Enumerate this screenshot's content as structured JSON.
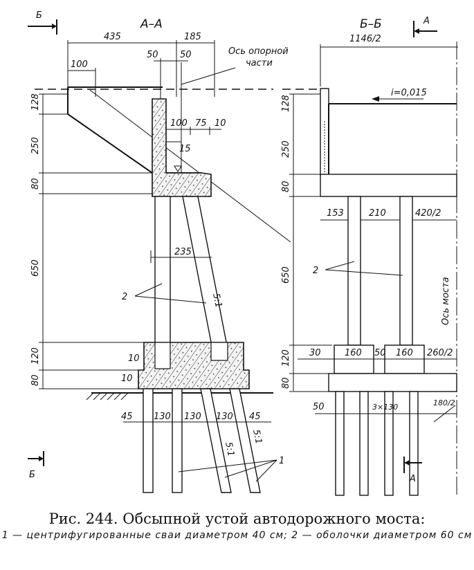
{
  "section_aa": {
    "title": "А–А",
    "cut_marker": "Б",
    "cut_marker_bottom": "Б",
    "note": "Ось опорной части",
    "dims_top": [
      "435",
      "185",
      "100",
      "50",
      "50"
    ],
    "dims_inner": [
      "100",
      "75",
      "10",
      "15"
    ],
    "dims_vertical": [
      "128",
      "250",
      "80",
      "650",
      "120",
      "80"
    ],
    "dims_pile_width": "235",
    "slope": "5:1",
    "slope_bottom": [
      "5:1",
      "5:1"
    ],
    "dims_cap": [
      "10",
      "10"
    ],
    "dims_bottom": [
      "45",
      "130",
      "130",
      "130",
      "45"
    ],
    "label_shells": "2",
    "label_piles": "1"
  },
  "section_bb": {
    "title": "Б–Б",
    "cut_marker": "А",
    "cut_marker_bottom": "А",
    "half_width": "1146/2",
    "gradient": "i=0,015",
    "axis_label": "Ось моста",
    "dims_vertical": [
      "128",
      "250",
      "80",
      "650",
      "120",
      "80"
    ],
    "dims_shells": [
      "153",
      "210",
      "420/2"
    ],
    "dims_caps": [
      "30",
      "160",
      "50",
      "160",
      "260/2"
    ],
    "dims_piles": [
      "50",
      "3×130",
      "180/2"
    ],
    "label_shells": "2"
  },
  "caption": {
    "title": "Рис. 244. Обсыпной устой автодорожного моста:",
    "legend": "1 — центрифугированные сваи диаметром 40 см; 2 — оболочки диаметром 60 см"
  }
}
